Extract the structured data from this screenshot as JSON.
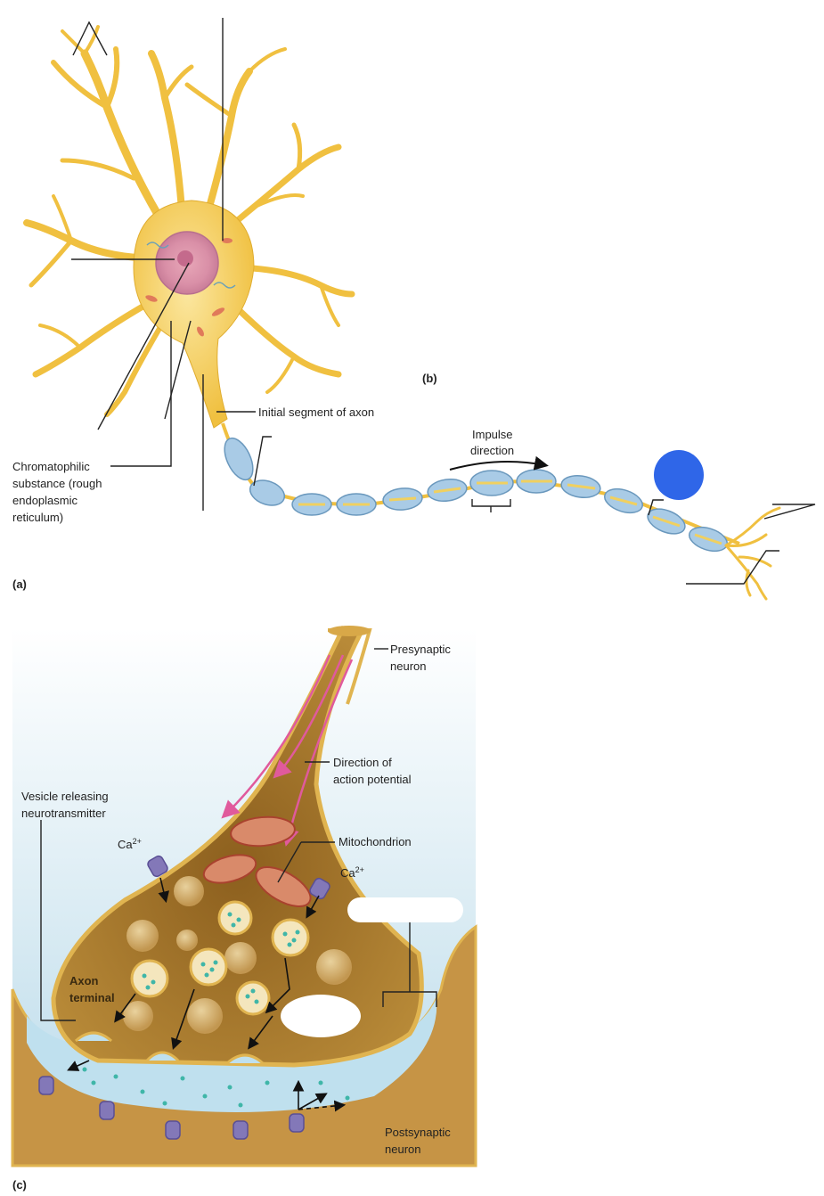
{
  "panels": {
    "a": "(a)",
    "b": "(b)",
    "c": "(c)"
  },
  "labels_a": {
    "initial_segment": "Initial segment of axon",
    "chromatophilic_1": "Chromatophilic",
    "chromatophilic_2": "substance (rough",
    "chromatophilic_3": "endoplasmic",
    "chromatophilic_4": "reticulum)",
    "impulse_1": "Impulse",
    "impulse_2": "direction"
  },
  "labels_c": {
    "presynaptic_1": "Presynaptic",
    "presynaptic_2": "neuron",
    "direction_1": "Direction of",
    "direction_2": "action potential",
    "vesicle_1": "Vesicle releasing",
    "vesicle_2": "neurotransmitter",
    "ca_left": "Ca",
    "ca_right": "Ca",
    "ca_sup": "2+",
    "mitochondrion": "Mitochondrion",
    "axon_1": "Axon",
    "axon_2": "terminal",
    "postsynaptic_1": "Postsynaptic",
    "postsynaptic_2": "neuron"
  },
  "colors": {
    "neuron_yellow": "#f2c84b",
    "myelin_blue": "#a9cbe6",
    "marker_blue": "#2f66e8",
    "terminal_brown": "#b8862e",
    "cleft_blue": "#bfe0ee",
    "arrow_pink": "#e05a9c"
  }
}
